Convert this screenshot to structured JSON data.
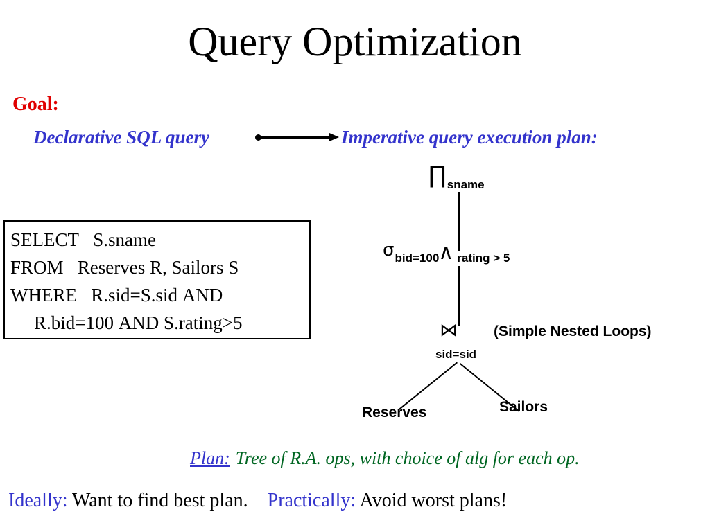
{
  "slide": {
    "title": "Query Optimization"
  },
  "goal": {
    "label": "Goal:",
    "from_text": "Declarative SQL query",
    "to_text": "Imperative query execution plan:",
    "arrow_icon": "arrow-right-icon"
  },
  "sql_box": {
    "lines": [
      {
        "keyword": "SELECT",
        "rest": "S.sname",
        "indent": false
      },
      {
        "keyword": "FROM",
        "rest": "Reserves R, Sailors S",
        "indent": false
      },
      {
        "keyword": "WHERE",
        "rest": "R.sid=S.sid",
        "suffix_keyword": "AND",
        "indent": false
      },
      {
        "keyword": "",
        "rest": "R.bid=100",
        "suffix_keyword": "AND",
        "tail": "S.rating>5",
        "indent": true
      }
    ]
  },
  "plan_tree": {
    "project": {
      "symbol": "∏",
      "symbol_name": "projection-operator",
      "subscript": "sname"
    },
    "select": {
      "symbol": "σ",
      "symbol_name": "selection-operator",
      "condition_left": "bid=100",
      "conjunction": "∧",
      "condition_right": "rating > 5"
    },
    "join": {
      "symbol": "⋈",
      "symbol_name": "join-operator",
      "condition": "sid=sid",
      "algorithm": "(Simple Nested Loops)"
    },
    "leaves": [
      {
        "name": "Reserves"
      },
      {
        "name": "Sailors"
      }
    ]
  },
  "footer": {
    "plan_word": "Plan:",
    "plan_description": "Tree of R.A. ops, with choice of alg for each op.",
    "ideally_label": "Ideally:",
    "ideally_text": "Want to find best plan.",
    "practically_label": "Practically:",
    "practically_text": "Avoid worst plans!"
  },
  "colors": {
    "goal_red": "#e00000",
    "accent_blue": "#3333cc",
    "accent_green": "#006622",
    "text_black": "#000000",
    "background": "#ffffff"
  }
}
